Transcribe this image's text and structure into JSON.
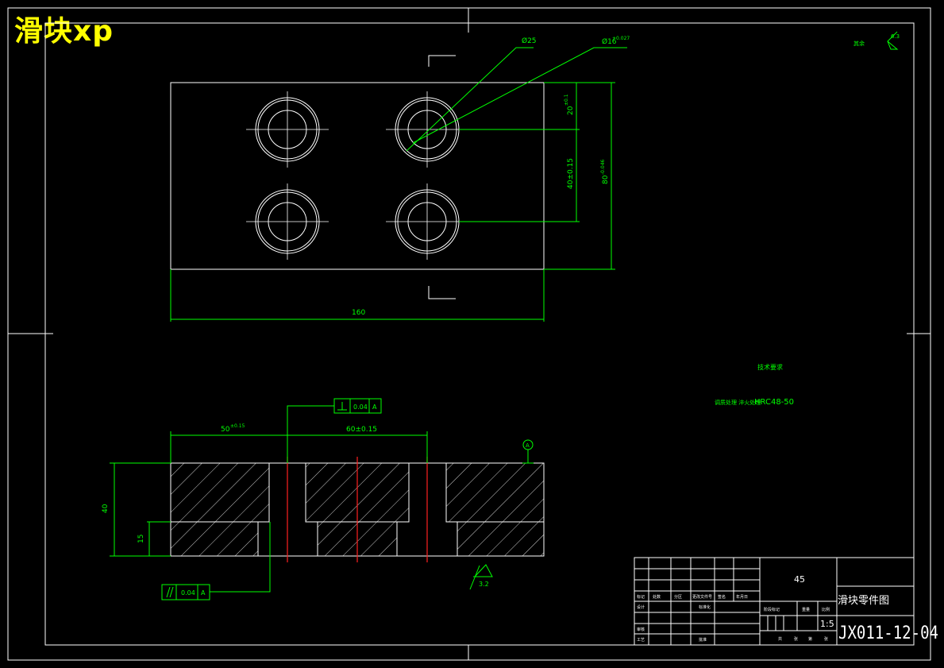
{
  "watermark": "滑块xp",
  "colors": {
    "background": "#000000",
    "outline": "#ffffff",
    "dimension": "#00ff00",
    "centerline": "#ff2020",
    "watermark": "#ffff00"
  },
  "dimensions": {
    "hole_large": "Ø25",
    "hole_small": "Ø16",
    "hole_small_tol": "+0.027",
    "dim_20": "20",
    "dim_20_tol": "±0.1",
    "dim_40": "40±0.15",
    "dim_80": "80",
    "dim_80_tol": "-0.046",
    "dim_160": "160",
    "dim_50": "50",
    "dim_50_tol": "±0.15",
    "dim_60": "60±0.15",
    "dim_height": "40",
    "dim_depth": "15"
  },
  "tolerances": {
    "perpendicularity": {
      "value": "0.04",
      "datum": "A"
    },
    "parallelism": {
      "value": "0.04",
      "datum": "A"
    }
  },
  "datum_label": "A",
  "surface_finish": {
    "main": "3.2",
    "corner": "6.3",
    "corner_text": "其余"
  },
  "notes": {
    "heading": "技术要求",
    "line1_prefix": "调质处理 淬火处理",
    "line1_value": "HRC48-50"
  },
  "title_block": {
    "material": "45",
    "part_name": "滑块零件图",
    "scale": "1:5",
    "drawing_number": "JX011-12-04",
    "row_labels": [
      "标记",
      "处数",
      "分区",
      "更改文件号",
      "签名",
      "年月日"
    ],
    "side_labels": [
      "设计",
      "审核",
      "工艺"
    ],
    "side_labels2": [
      "标准化",
      "批准"
    ],
    "stage_labels": [
      "阶段标记",
      "重量",
      "比例"
    ],
    "sheet_labels": [
      "共",
      "张",
      "第",
      "张"
    ]
  }
}
